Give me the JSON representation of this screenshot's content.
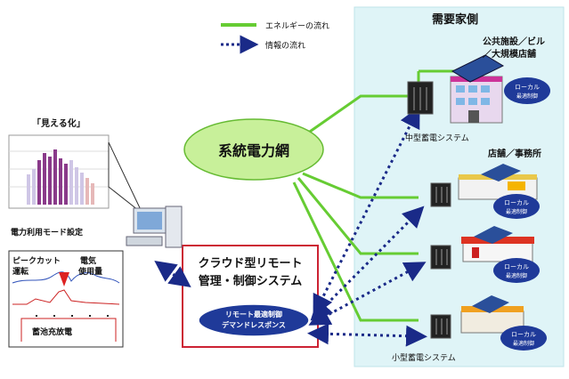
{
  "legend": {
    "energy_label": "エネルギーの流れ",
    "info_label": "情報の流れ"
  },
  "colors": {
    "energy": "#66cc33",
    "info": "#1a2a88",
    "demand_bg": "#dff4f7",
    "grid_fill": "#c8f09a",
    "cloud_border": "#cc2233",
    "local_fill": "#1f3a99"
  },
  "demand_side": {
    "title": "需要家側",
    "large_label": "公共施設／ビル\n／大規模店舗",
    "medium_storage_label": "中型蓄電システム",
    "shop_label": "店舗／事務所",
    "small_storage_label": "小型蓄電システム",
    "local_label_1": "ローカル",
    "local_label_2": "最適制御"
  },
  "grid": {
    "label": "系統電力網"
  },
  "cloud": {
    "title_line1": "クラウド型リモート",
    "title_line2": "管理・制御システム",
    "inner_line1": "リモート最適制御",
    "inner_line2": "デマンドレスポンス"
  },
  "visual": {
    "title": "「見える化」",
    "mode_label": "電力利用モード設定",
    "peak_label_1": "ピークカット",
    "peak_label_2": "運転",
    "usage_label_1": "電気",
    "usage_label_2": "使用量",
    "battery_label": "蓄池充放電"
  }
}
